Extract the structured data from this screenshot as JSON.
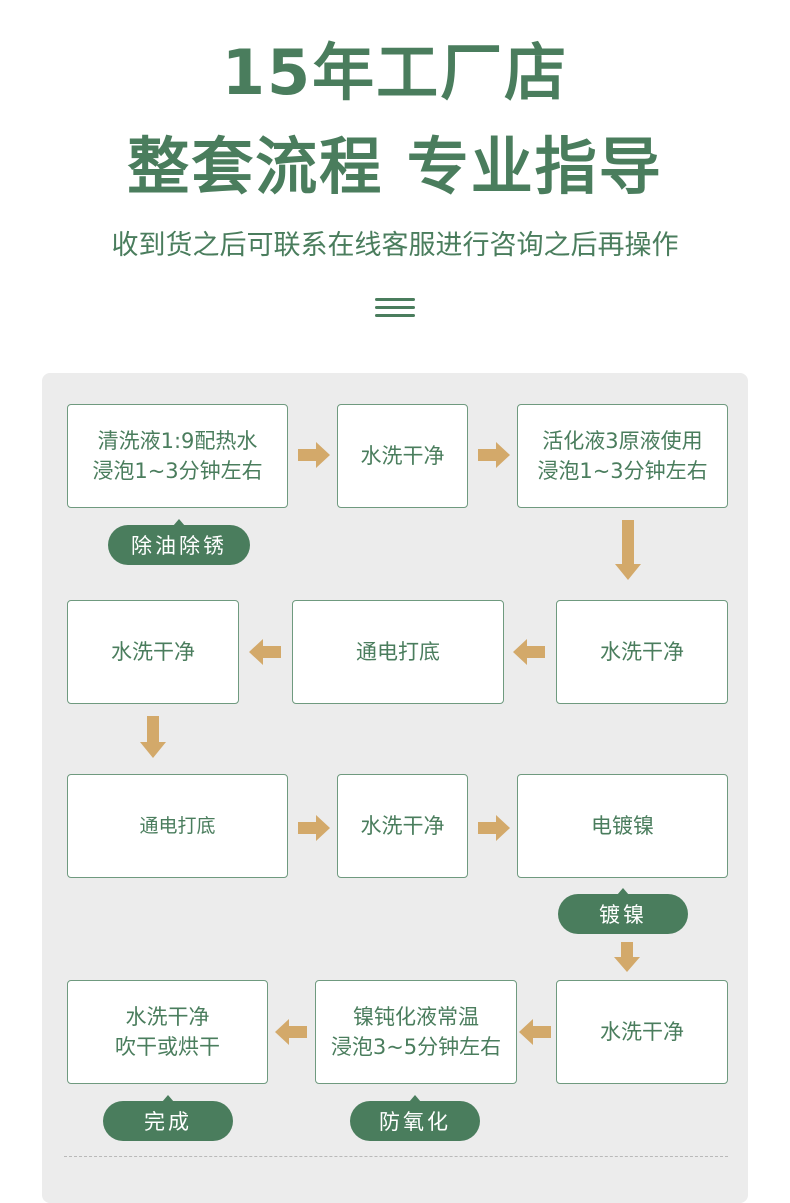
{
  "header": {
    "title_line1": "15年工厂店",
    "title_line2": "整套流程 专业指导",
    "subtitle": "收到货之后可联系在线客服进行咨询之后再操作"
  },
  "colors": {
    "primary_green": "#4a7d5d",
    "arrow_tan": "#d3a96a",
    "panel_bg": "#ececec"
  },
  "flow": {
    "steps": [
      "清洗液1:9配热水\n浸泡1~3分钟左右",
      "水洗干净",
      "活化液3原液使用\n浸泡1~3分钟左右",
      "水洗干净",
      "通电打底",
      "水洗干净",
      "通电打底",
      "水洗干净",
      "电镀镍",
      "水洗干净",
      "镍钝化液常温\n浸泡3~5分钟左右",
      "水洗干净\n吹干或烘干"
    ],
    "tags": [
      "除油除锈",
      "镀镍",
      "防氧化",
      "完成"
    ]
  }
}
